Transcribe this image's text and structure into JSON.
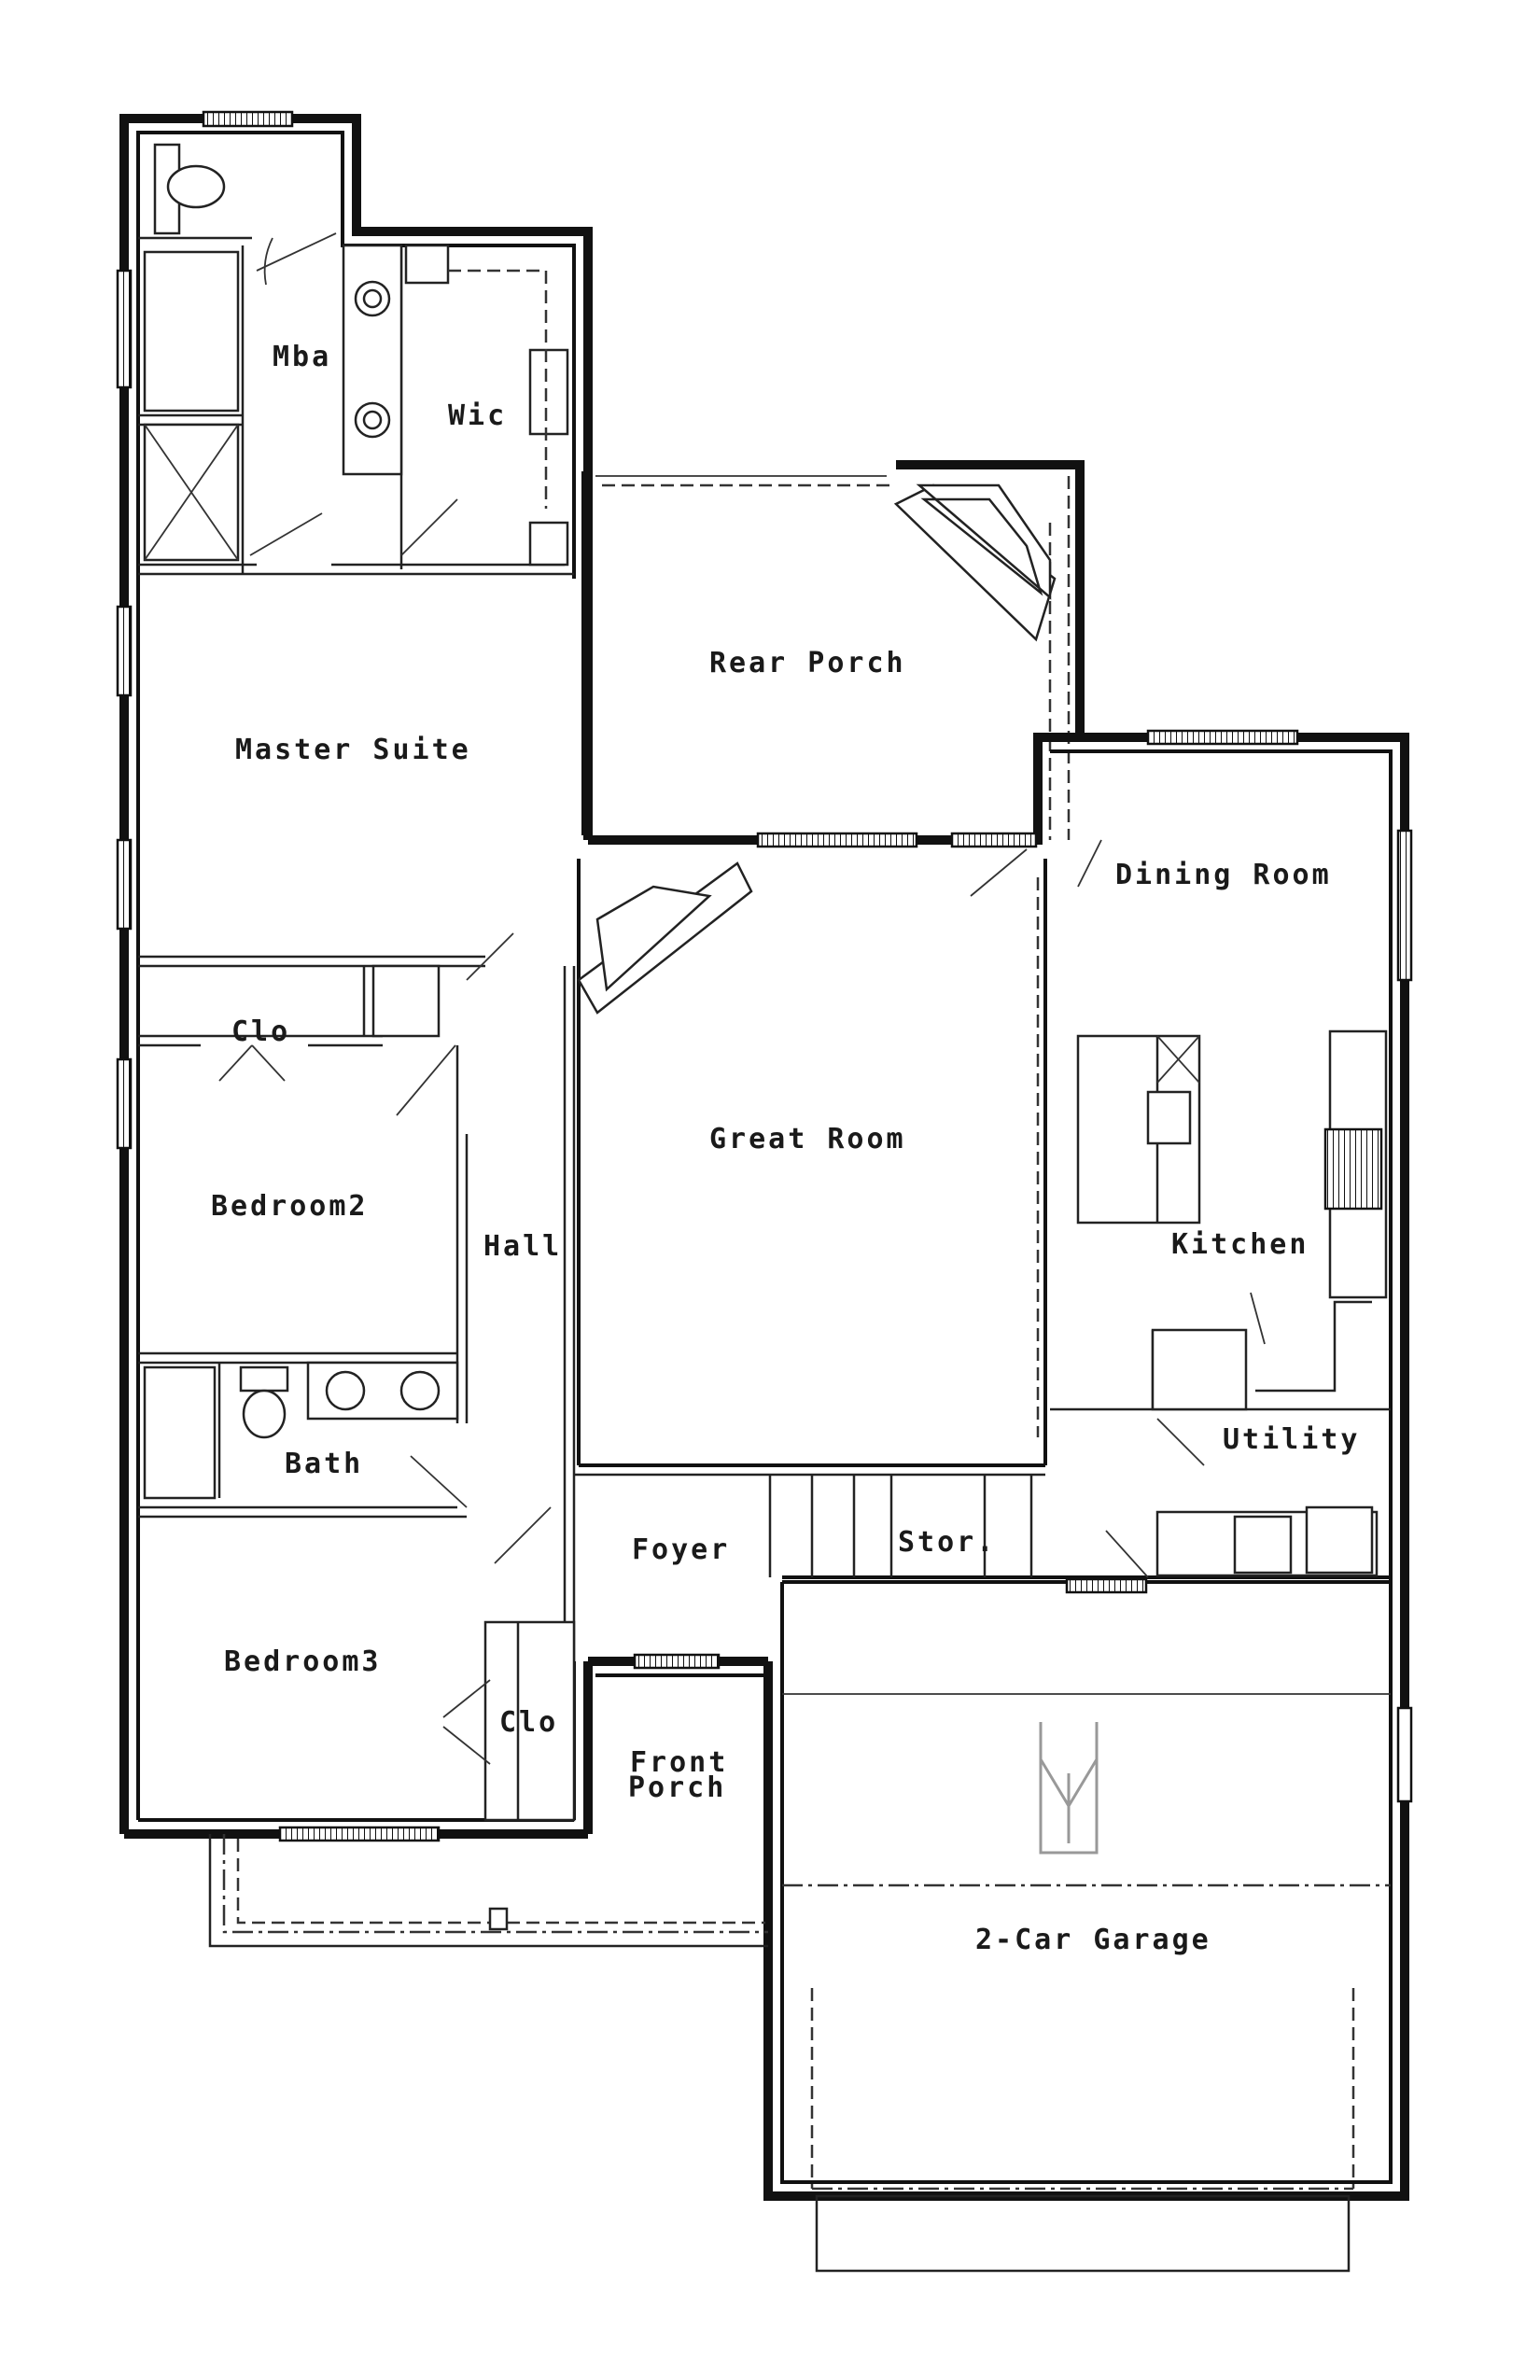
{
  "rooms": {
    "mba": "Mba",
    "wic": "Wic",
    "rear_porch": "Rear Porch",
    "master_suite": "Master Suite",
    "dining_room": "Dining Room",
    "clo_1": "Clo",
    "great_room": "Great Room",
    "bedroom2": "Bedroom2",
    "hall": "Hall",
    "kitchen": "Kitchen",
    "utility": "Utility",
    "bath": "Bath",
    "foyer": "Foyer",
    "stor": "Stor.",
    "bedroom3": "Bedroom3",
    "clo_2": "Clo",
    "front_porch_1": "Front",
    "front_porch_2": "Porch",
    "garage": "2-Car Garage"
  }
}
